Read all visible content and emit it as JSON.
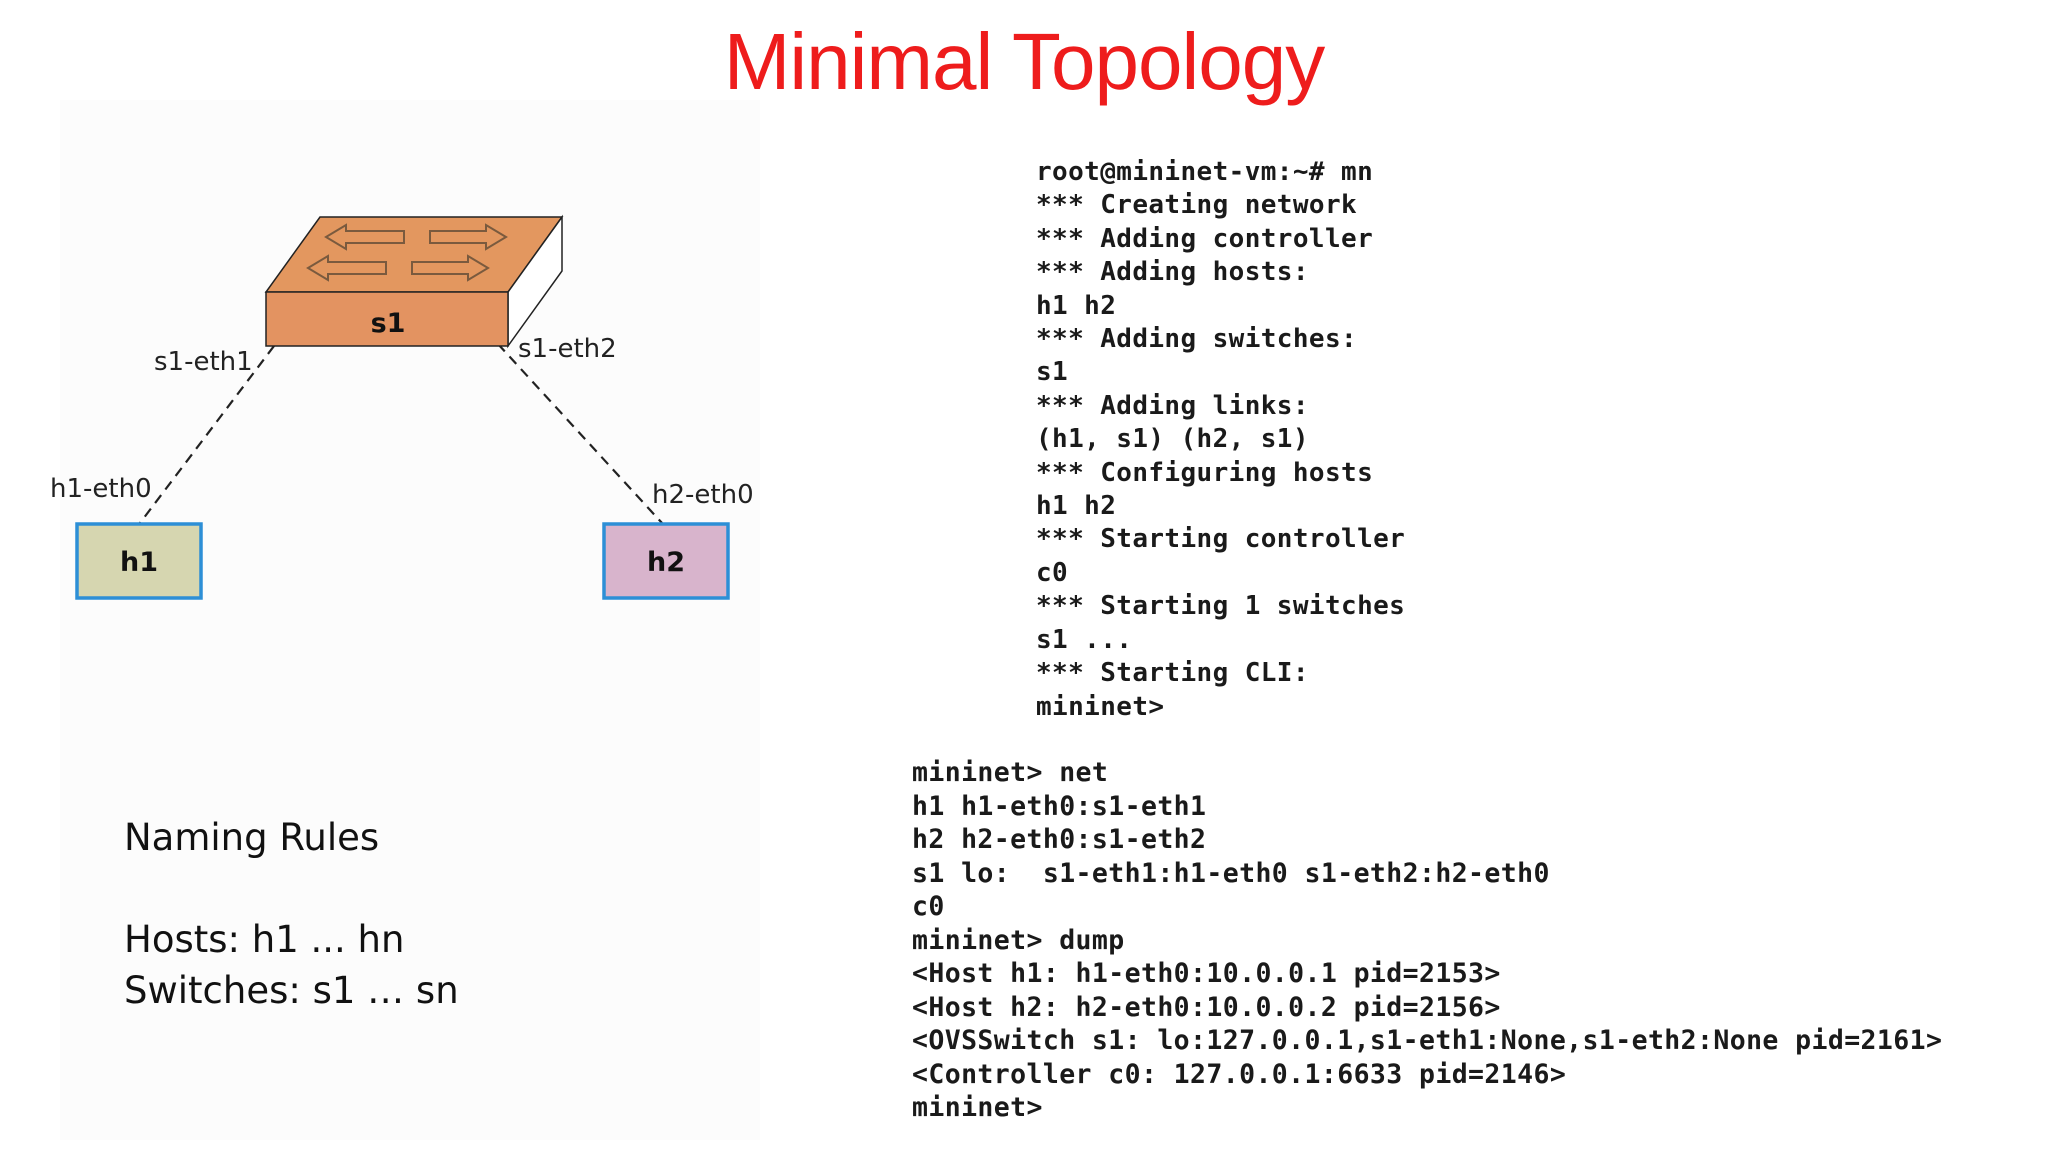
{
  "title": "Minimal Topology",
  "diagram": {
    "switch": {
      "label": "s1",
      "ports": [
        "s1-eth1",
        "s1-eth2"
      ]
    },
    "hosts": [
      {
        "label": "h1",
        "port": "h1-eth0",
        "color": "#d6d6b0"
      },
      {
        "label": "h2",
        "port": "h2-eth0",
        "color": "#d8b4cc"
      }
    ],
    "colors": {
      "switch_fill": "#e39361",
      "switch_top": "#e3975f",
      "host_border": "#2d8fd6",
      "link": "#222222"
    }
  },
  "naming_rules": {
    "heading": "Naming Rules",
    "hosts": "Hosts: h1 ... hn",
    "switches": "Switches: s1 … sn"
  },
  "terminal_startup": [
    "root@mininet-vm:~# mn",
    "*** Creating network",
    "*** Adding controller",
    "*** Adding hosts:",
    "h1 h2",
    "*** Adding switches:",
    "s1",
    "*** Adding links:",
    "(h1, s1) (h2, s1)",
    "*** Configuring hosts",
    "h1 h2",
    "*** Starting controller",
    "c0",
    "*** Starting 1 switches",
    "s1 ...",
    "*** Starting CLI:",
    "mininet>"
  ],
  "terminal_commands": [
    "mininet> net",
    "h1 h1-eth0:s1-eth1",
    "h2 h2-eth0:s1-eth2",
    "s1 lo:  s1-eth1:h1-eth0 s1-eth2:h2-eth0",
    "c0",
    "mininet> dump",
    "<Host h1: h1-eth0:10.0.0.1 pid=2153>",
    "<Host h2: h2-eth0:10.0.0.2 pid=2156>",
    "<OVSSwitch s1: lo:127.0.0.1,s1-eth1:None,s1-eth2:None pid=2161>",
    "<Controller c0: 127.0.0.1:6633 pid=2146>",
    "mininet>"
  ]
}
